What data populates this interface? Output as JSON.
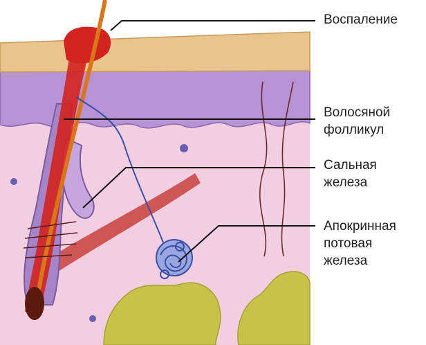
{
  "labels": {
    "inflammation": [
      "Воспаление"
    ],
    "hair_follicle": [
      "Волосяной",
      "фолликул"
    ],
    "sebaceous_gland": [
      "Сальная",
      "железа"
    ],
    "apocrine_gland": [
      "Апокринная",
      "потовая",
      "железа"
    ]
  },
  "colors": {
    "epidermis": "#e9c48c",
    "dermis_top": "#b792d4",
    "dermis": "#f1cfe0",
    "fat": "#c9c24a",
    "inflammation": "#d3231f",
    "hair": "#d9761a",
    "gland_blue": "#3a4fa8",
    "leader_line": "#111111"
  }
}
